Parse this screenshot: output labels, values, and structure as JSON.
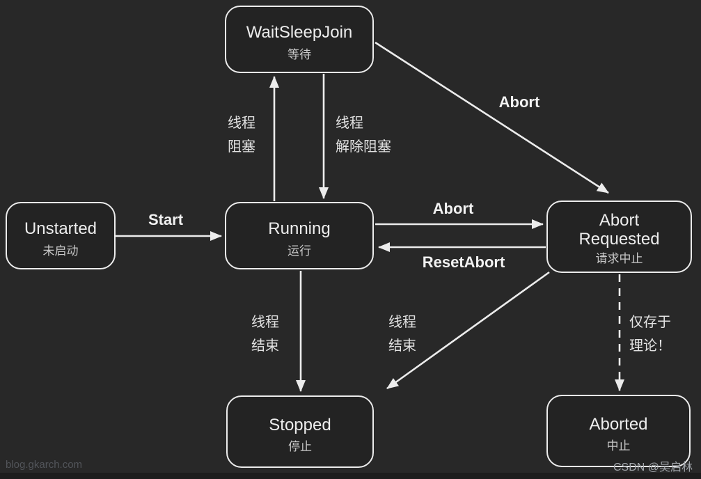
{
  "colors": {
    "background": "#282828",
    "node_border": "#ececec",
    "node_title": "#ededed",
    "node_subtitle": "#c9c9c9",
    "arrow": "#ececec",
    "edge_label_en": "#f1f1f1",
    "edge_label_cjk": "#e3e3e3",
    "watermark_left": "#52555a",
    "watermark_right": "#a2a6ab"
  },
  "nodes": {
    "waitsleepjoin": {
      "title": "WaitSleepJoin",
      "subtitle": "等待"
    },
    "unstarted": {
      "title": "Unstarted",
      "subtitle": "未启动"
    },
    "running": {
      "title": "Running",
      "subtitle": "运行"
    },
    "abort_requested": {
      "title": "Abort Requested",
      "subtitle": "请求中止"
    },
    "stopped": {
      "title": "Stopped",
      "subtitle": "停止"
    },
    "aborted": {
      "title": "Aborted",
      "subtitle": "中止"
    }
  },
  "edges": {
    "start": "Start",
    "thread_block": "线程\n阻塞",
    "thread_unblock": "线程\n解除阻塞",
    "abort_from_waitsleepjoin": "Abort",
    "abort_from_running": "Abort",
    "reset_abort": "ResetAbort",
    "thread_end_from_running": "线程\n结束",
    "thread_end_from_abort_requested": "线程\n结束",
    "theory_only_note": "仅存于\n理论！"
  },
  "watermarks": {
    "site": "blog.gkarch.com",
    "author": "CSDN @吴启林"
  }
}
